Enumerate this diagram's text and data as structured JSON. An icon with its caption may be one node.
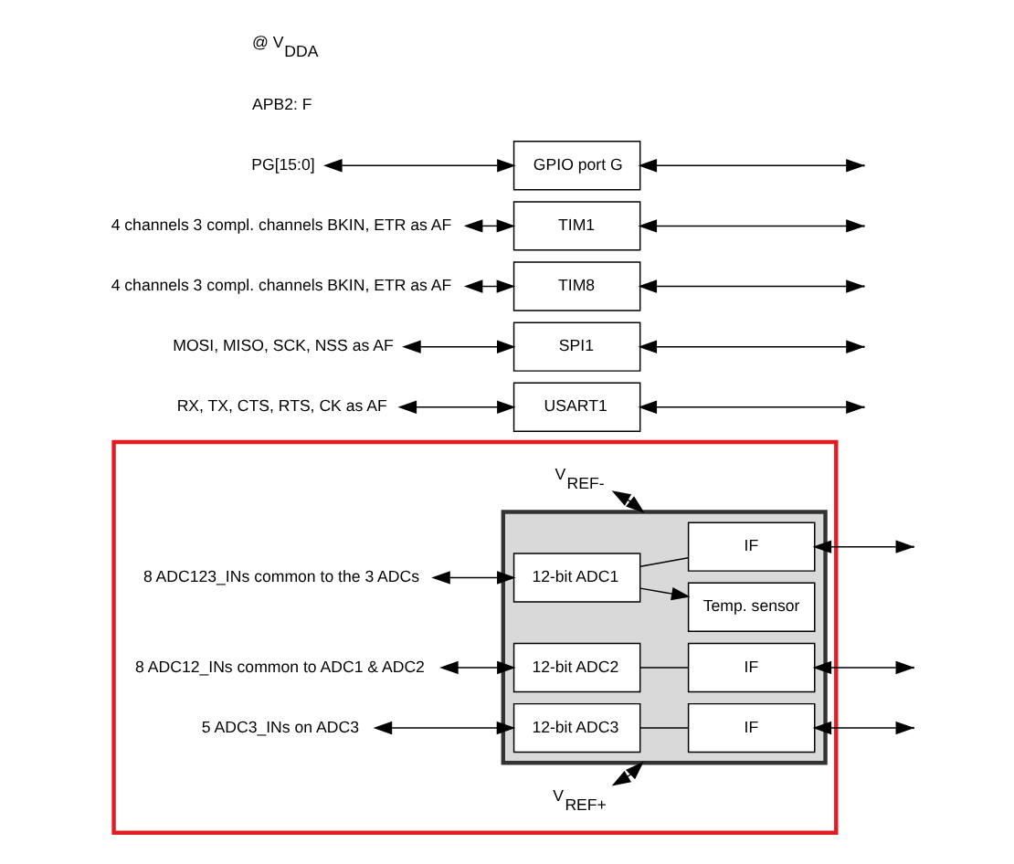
{
  "diagram": {
    "nodes": [
      {
        "text": [
          "PG[15:0]"
        ]
      },
      {
        "text": [
          "GPIO port G"
        ]
      },
      {
        "text": [
          "4 channels 3 compl. channels BKIN, ETR as AF"
        ]
      },
      {
        "text": [
          "TIM1"
        ]
      },
      {
        "text": [
          "4 channels 3 compl. channels BKIN, ETR as AF"
        ]
      },
      {
        "text": [
          "TIM8"
        ]
      },
      {
        "text": [
          "MOSI, MISO, SCK, NSS as AF"
        ]
      },
      {
        "text": [
          "SPI1"
        ]
      },
      {
        "text": [
          "RX, TX, CTS, RTS, CK as AF"
        ]
      },
      {
        "text": [
          "USART1"
        ]
      },
      {
        "text": [],
        "shape": "box"
      },
      {
        "text": [],
        "shape": "box",
        "in": 10
      },
      {
        "text": [
          "Temp. sensor"
        ],
        "in": 11
      },
      {
        "text": [
          "12-bit ADC1"
        ],
        "in": 11
      },
      {
        "text": [
          "IF"
        ],
        "in": 11
      },
      {
        "text": [
          "12-bit ADC2"
        ],
        "in": 11
      },
      {
        "text": [
          "IF"
        ],
        "in": 11
      },
      {
        "text": [
          "12-bit ADC3"
        ],
        "in": 11
      },
      {
        "text": [
          "IF"
        ],
        "in": 11
      },
      {
        "text": [
          "8 ADC123_INs common to the 3 ADCs"
        ],
        "in": 10
      },
      {
        "text": [
          "8 ADC12_INs common to ADC1 & ADC2"
        ],
        "in": 10
      },
      {
        "text": [
          "5 ADC3_INs on ADC3"
        ],
        "in": 10
      },
      {
        "text": [
          "V$_{REF-}$"
        ],
        "in": 10
      },
      {
        "text": [
          "V$_{REF+}$"
        ],
        "in": 10
      }
    ],
    "edges": [
      {
        "from": 0,
        "to": 1,
        "arrow": "both"
      },
      {
        "from": 1,
        "to": null,
        "arrow": "both"
      },
      {
        "from": 2,
        "to": 3,
        "arrow": "both"
      },
      {
        "from": 3,
        "to": null,
        "arrow": "both"
      },
      {
        "from": 4,
        "to": 5,
        "arrow": "both"
      },
      {
        "from": 5,
        "to": null,
        "arrow": "both"
      },
      {
        "from": 6,
        "to": 7,
        "arrow": "both"
      },
      {
        "from": 7,
        "to": null,
        "arrow": "both"
      },
      {
        "from": 8,
        "to": 9,
        "arrow": "both"
      },
      {
        "from": 9,
        "to": null,
        "arrow": "both"
      },
      {
        "from": 13,
        "to": 12,
        "arrow": "to"
      },
      {
        "from": 13,
        "to": 14,
        "arrow": "none"
      },
      {
        "from": 15,
        "to": 16,
        "arrow": "none"
      },
      {
        "from": 17,
        "to": 18,
        "arrow": "none"
      },
      {
        "from": 19,
        "to": 13,
        "arrow": "both"
      },
      {
        "from": 20,
        "to": 15,
        "arrow": "both"
      },
      {
        "from": 21,
        "to": 17,
        "arrow": "both"
      },
      {
        "from": 14,
        "to": null,
        "arrow": "both"
      },
      {
        "from": 16,
        "to": null,
        "arrow": "both"
      },
      {
        "from": 18,
        "to": null,
        "arrow": "both"
      },
      {
        "from": 22,
        "to": 11,
        "arrow": "both"
      },
      {
        "from": 23,
        "to": 11,
        "arrow": "both"
      }
    ],
    "labels": [
      "APB2: F",
      "@ V$_{DDA}$"
    ]
  }
}
